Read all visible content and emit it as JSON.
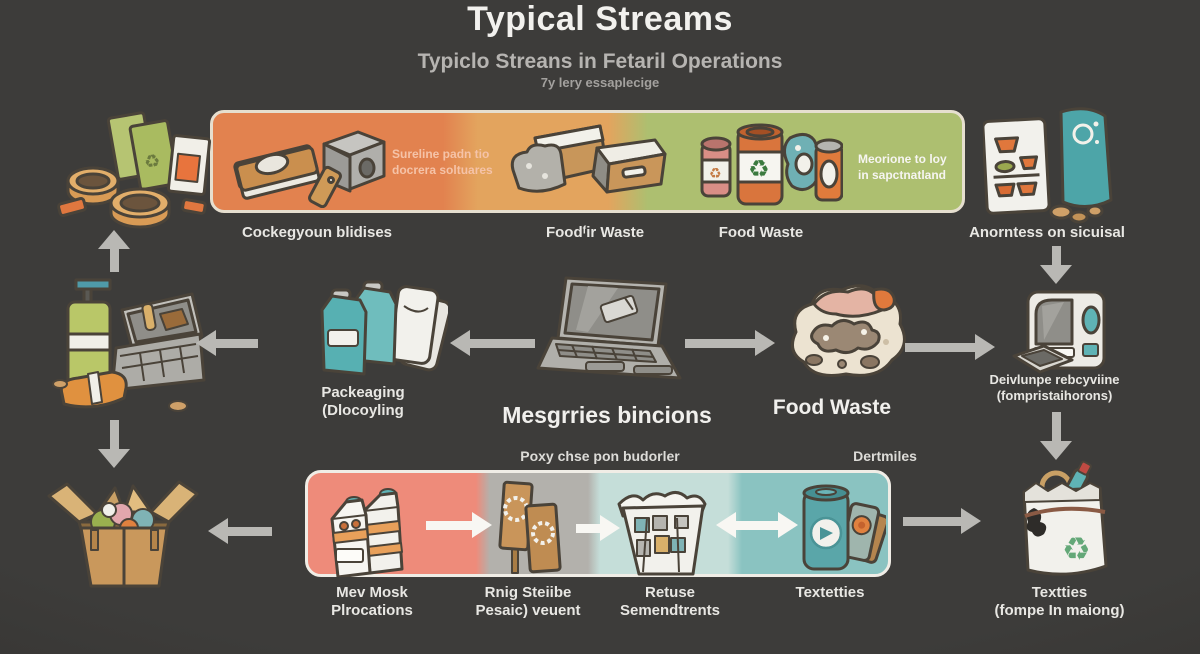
{
  "palette": {
    "background": "#3a3938",
    "arrow_gray": "#b9b8b4",
    "banner_orange": "#e2824f",
    "banner_amber": "#e3a45e",
    "banner_green": "#adbf70",
    "strip_salmon": "#ee8b7a",
    "strip_gray": "#b3b1ac",
    "strip_teal_light": "#c5ded9",
    "strip_teal": "#8ac3c1",
    "label_text": "#e8e7e3"
  },
  "header": {
    "title": "Typical Streams",
    "subtitle": "Typiclo Streans in Fetaril Operations",
    "tagline": "7y lery essaplecige"
  },
  "top_banner": {
    "caption_left_line1": "Sureline padn tio",
    "caption_left_line2": "docrera soltuares",
    "caption_right_line1": "Meorione to loy",
    "caption_right_line2": "in sapctnatland",
    "labels": [
      "Cockegyoun blidises",
      "Foodᶠir Waste",
      "Food Waste",
      "Anorntess on sicuisal"
    ]
  },
  "middle": {
    "packaging_line1": "Packeaging",
    "packaging_line2": "(Dlocoyling",
    "center_label": "Mesgrries bincions",
    "food_waste_label": "Food Waste",
    "machine_line1": "Deivlunpe rebcyviine",
    "machine_line2": "(fompristaihorons)",
    "caption_left": "Poxy chse pon budorler",
    "caption_right": "Dertmiles"
  },
  "bottom": {
    "labels": [
      {
        "line1": "Mev Mosk",
        "line2": "Plrocations"
      },
      {
        "line1": "Rnig Steiibe",
        "line2": "Pesaic) veuent"
      },
      {
        "line1": "Retuse",
        "line2": "Semendtrents"
      },
      {
        "line1": "Textetties",
        "line2": ""
      }
    ],
    "textiles_line1": "Textties",
    "textiles_line2": "(fompe In maiong)"
  }
}
